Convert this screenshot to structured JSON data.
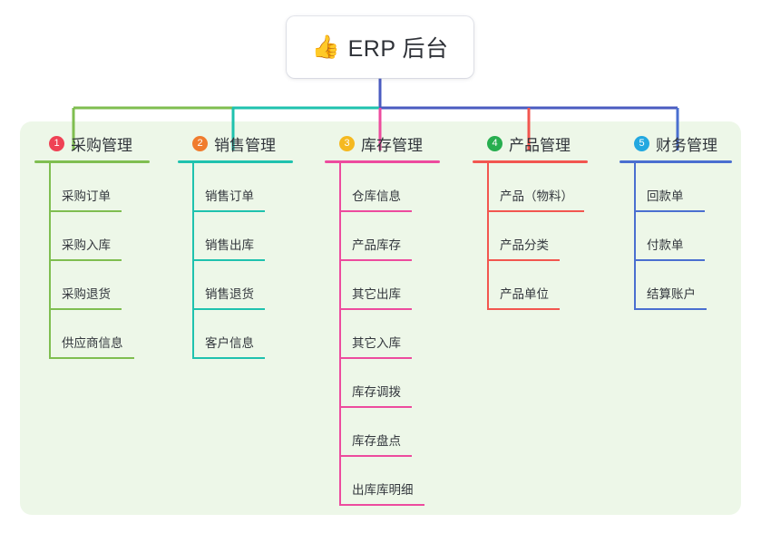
{
  "root": {
    "icon": "thumbs-up-icon",
    "emoji": "👍",
    "title": "ERP 后台"
  },
  "colors": {
    "panel_bg": "#edf7e8",
    "page_bg": "#ffffff",
    "stem": "#4a5bc0",
    "text": "#33373d"
  },
  "branches": [
    {
      "number": "1",
      "title": "采购管理",
      "badge_color": "#ef4255",
      "line_color": "#7fbe50",
      "items": [
        {
          "label": "采购订单"
        },
        {
          "label": "采购入库"
        },
        {
          "label": "采购退货"
        },
        {
          "label": "供应商信息"
        }
      ]
    },
    {
      "number": "2",
      "title": "销售管理",
      "badge_color": "#f07c2e",
      "line_color": "#1fc2ae",
      "items": [
        {
          "label": "销售订单"
        },
        {
          "label": "销售出库"
        },
        {
          "label": "销售退货"
        },
        {
          "label": "客户信息"
        }
      ]
    },
    {
      "number": "3",
      "title": "库存管理",
      "badge_color": "#f5b920",
      "line_color": "#ed4b9e",
      "items": [
        {
          "label": "仓库信息"
        },
        {
          "label": "产品库存"
        },
        {
          "label": "其它出库"
        },
        {
          "label": "其它入库"
        },
        {
          "label": "库存调拨"
        },
        {
          "label": "库存盘点"
        },
        {
          "label": "出库库明细"
        }
      ]
    },
    {
      "number": "4",
      "title": "产品管理",
      "badge_color": "#27ae4f",
      "line_color": "#f2564f",
      "items": [
        {
          "label": "产品（物料）"
        },
        {
          "label": "产品分类"
        },
        {
          "label": "产品单位"
        }
      ]
    },
    {
      "number": "5",
      "title": "财务管理",
      "badge_color": "#23a8e0",
      "line_color": "#4a6fd0",
      "items": [
        {
          "label": "回款单"
        },
        {
          "label": "付款单"
        },
        {
          "label": "结算账户"
        }
      ]
    }
  ]
}
